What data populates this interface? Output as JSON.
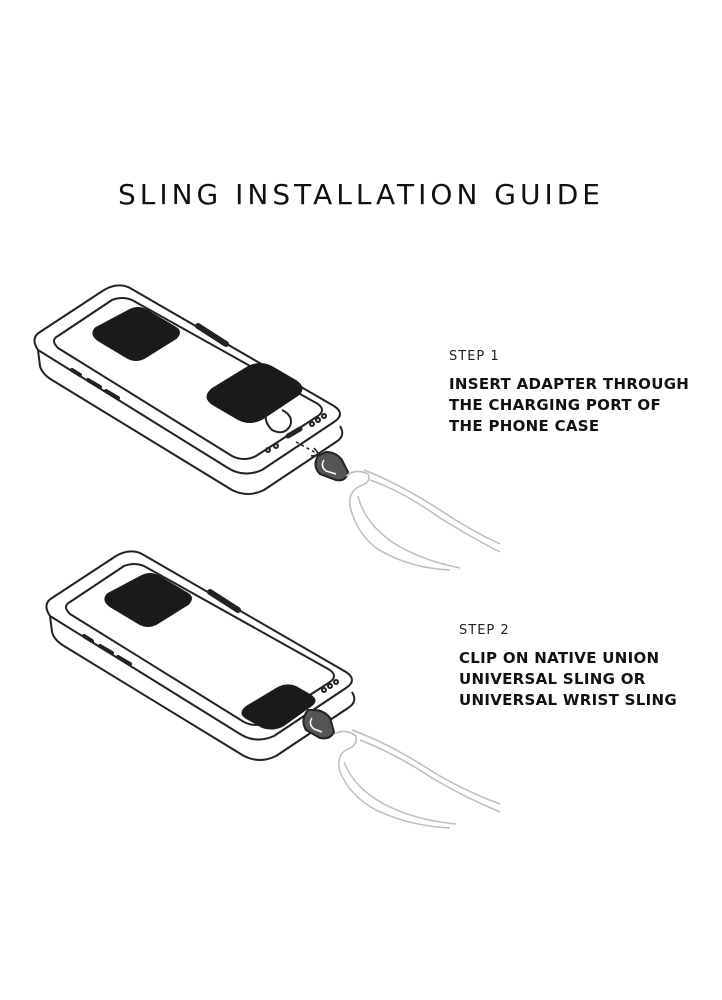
{
  "title": "SLING INSTALLATION GUIDE",
  "steps": [
    {
      "label": "STEP 1",
      "lines": [
        "INSERT ADAPTER THROUGH",
        "THE CHARGING PORT OF",
        "THE PHONE CASE"
      ]
    },
    {
      "label": "STEP 2",
      "lines": [
        "CLIP ON NATIVE UNION",
        "UNIVERSAL SLING OR",
        "UNIVERSAL WRIST SLING"
      ]
    }
  ],
  "colors": {
    "line": "#222222",
    "fill": "#1a1a1a",
    "background": "#ffffff",
    "strap": "#bdbdbd"
  },
  "icons": [
    "phone-case-illustration",
    "adapter-icon",
    "carabiner-clip-icon",
    "sling-strap-icon",
    "arrow-icon"
  ]
}
